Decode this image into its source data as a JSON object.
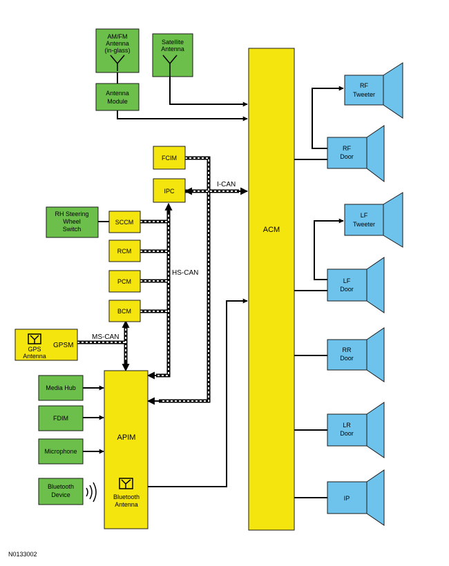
{
  "diagram": {
    "figure_id": "N0133002",
    "modules": {
      "acm": "ACM",
      "apim": "APIM",
      "fcim": "FCIM",
      "ipc": "IPC",
      "sccm": "SCCM",
      "rcm": "RCM",
      "pcm": "PCM",
      "bcm": "BCM"
    },
    "inputs": {
      "amfm_antenna": [
        "AM/FM",
        "Antenna",
        "(in-glass)"
      ],
      "antenna_module": [
        "Antenna",
        "Module"
      ],
      "satellite_antenna": [
        "Satellite",
        "Antenna"
      ],
      "rh_steering_switch": [
        "RH Steering",
        "Wheel",
        "Switch"
      ],
      "gpsm": "GPSM",
      "gps_antenna": [
        "GPS",
        "Antenna"
      ],
      "media_hub": "Media Hub",
      "fdim": "FDIM",
      "microphone": "Microphone",
      "bluetooth_device": [
        "Bluetooth",
        "Device"
      ],
      "bluetooth_antenna": [
        "Bluetooth",
        "Antenna"
      ]
    },
    "speakers": {
      "rf_tweeter": [
        "RF",
        "Tweeter"
      ],
      "rf_door": [
        "RF",
        "Door"
      ],
      "lf_tweeter": [
        "LF",
        "Tweeter"
      ],
      "lf_door": [
        "LF",
        "Door"
      ],
      "rr_door": [
        "RR",
        "Door"
      ],
      "lr_door": [
        "LR",
        "Door"
      ],
      "ip": [
        "IP"
      ]
    },
    "networks": {
      "i_can": "I-CAN",
      "hs_can": "HS-CAN",
      "ms_can": "MS-CAN"
    },
    "colors": {
      "module": "#f5e50e",
      "input": "#6cbf4a",
      "speaker": "#6ec3ec",
      "line": "#000000"
    }
  }
}
